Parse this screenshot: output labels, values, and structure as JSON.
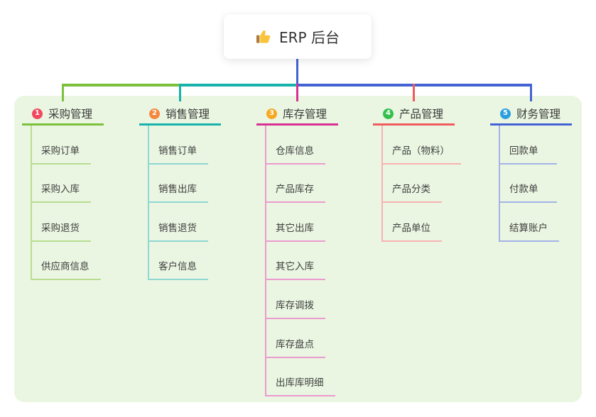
{
  "root": {
    "title": "ERP 后台",
    "icon": "thumbs-up"
  },
  "branches": [
    {
      "id": 1,
      "badge": "1",
      "title": "采购管理",
      "color": "#7cc13c",
      "light_color": "#b7dd90",
      "badge_color": "#f2485e",
      "children": [
        "采购订单",
        "采购入库",
        "采购退货",
        "供应商信息"
      ]
    },
    {
      "id": 2,
      "badge": "2",
      "title": "销售管理",
      "color": "#17b3ab",
      "light_color": "#8ed8d2",
      "badge_color": "#f5883f",
      "children": [
        "销售订单",
        "销售出库",
        "销售退货",
        "客户信息"
      ]
    },
    {
      "id": 3,
      "badge": "3",
      "title": "库存管理",
      "color": "#d93094",
      "light_color": "#ec9bce",
      "badge_color": "#f7a823",
      "children": [
        "仓库信息",
        "产品库存",
        "其它出库",
        "其它入库",
        "库存调拨",
        "库存盘点",
        "出库库明细"
      ]
    },
    {
      "id": 4,
      "badge": "4",
      "title": "产品管理",
      "color": "#f25b5e",
      "light_color": "#f8b2b2",
      "badge_color": "#33c04d",
      "children": [
        "产品（物料）",
        "产品分类",
        "产品单位"
      ]
    },
    {
      "id": 5,
      "badge": "5",
      "title": "财务管理",
      "color": "#4363d4",
      "light_color": "#a3b3e8",
      "badge_color": "#2b9fe0",
      "children": [
        "回款单",
        "付款单",
        "结算账户"
      ]
    }
  ],
  "canvas": {
    "background": "#ffffff",
    "panel_bg": "#eaf6e2",
    "root_connector_color": "#4363d4",
    "text_color": "#3a3a3a"
  }
}
